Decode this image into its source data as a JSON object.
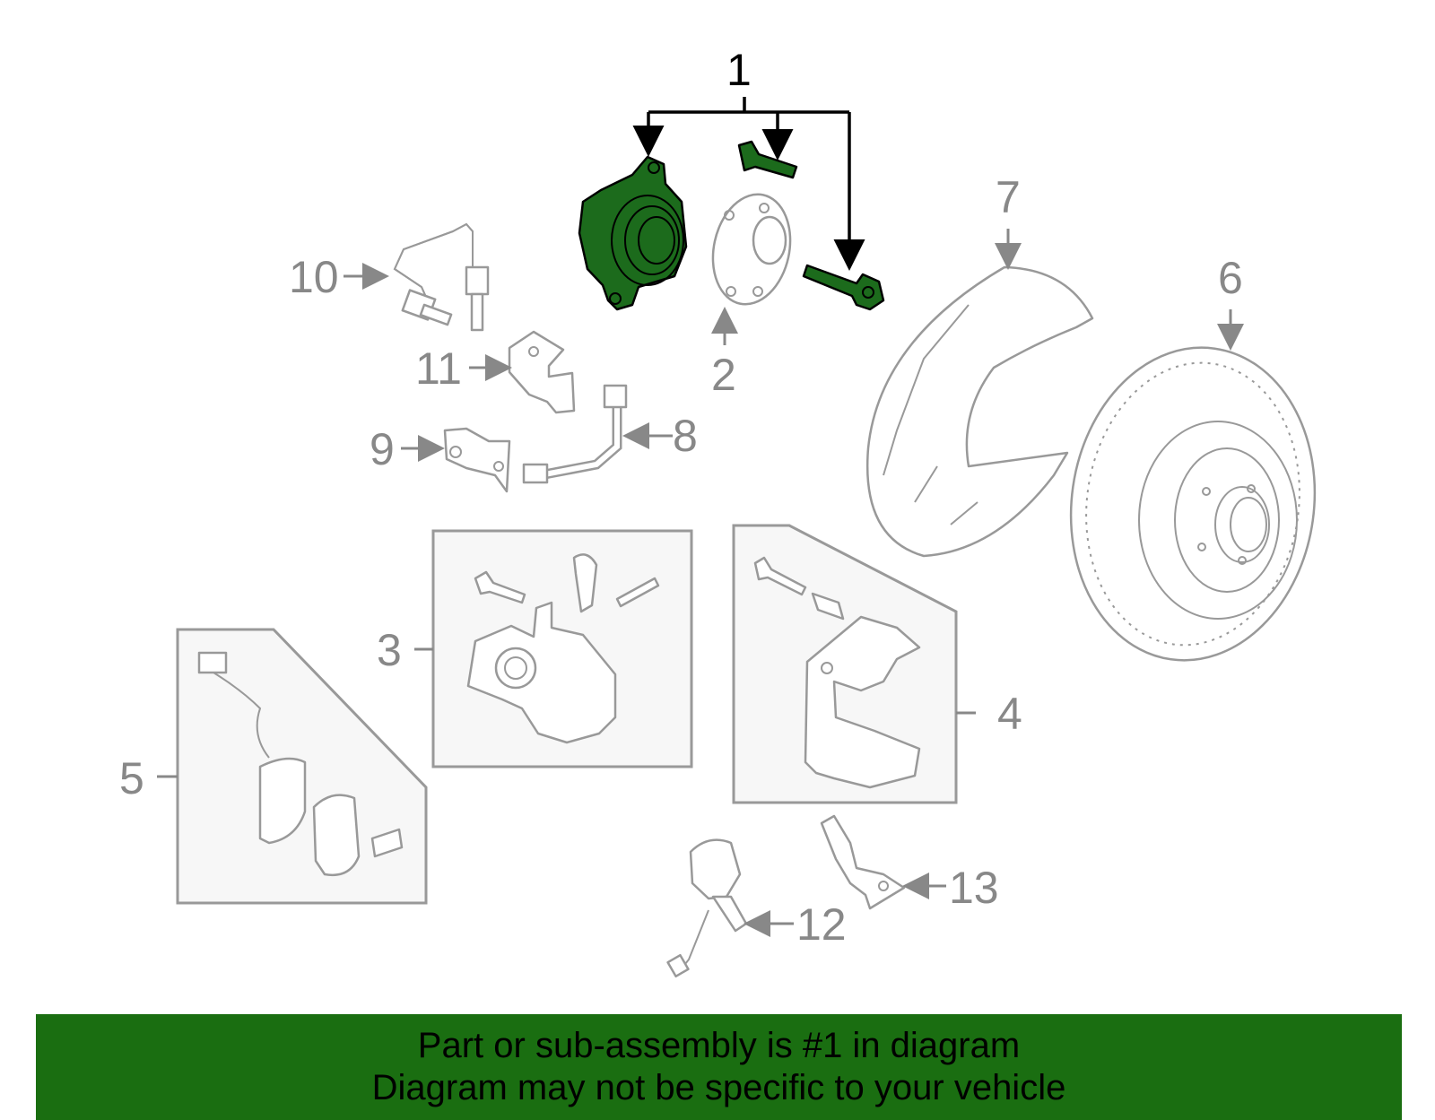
{
  "callouts": {
    "c1": "1",
    "c2": "2",
    "c3": "3",
    "c4": "4",
    "c5": "5",
    "c6": "6",
    "c7": "7",
    "c8": "8",
    "c9": "9",
    "c10": "10",
    "c11": "11",
    "c12": "12",
    "c13": "13"
  },
  "highlighted_part": "1",
  "colors": {
    "highlight_fill": "#1c6b1c",
    "banner_background": "#1a6e11",
    "part_outline": "#999999",
    "label_gray": "#888888"
  },
  "banner": {
    "line1": "Part or sub-assembly is #1 in diagram",
    "line2": "Diagram may not be specific to your vehicle"
  }
}
